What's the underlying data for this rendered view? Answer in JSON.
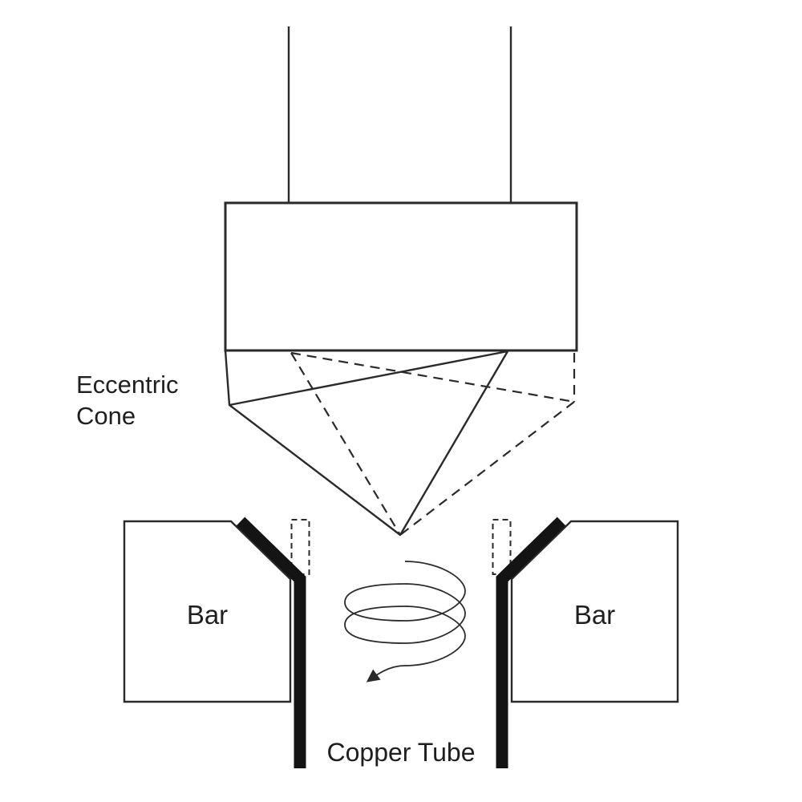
{
  "labels": {
    "eccentric_cone": {
      "line1": "Eccentric",
      "line2": "Cone"
    },
    "bar_left": "Bar",
    "bar_right": "Bar",
    "copper_tube": "Copper Tube"
  },
  "colors": {
    "background": "#ffffff",
    "line": "#2a2a2a",
    "tube_wall": "#141414",
    "text": "#1f1f1f"
  },
  "icons": {
    "rotation_arrow": "spiral-arrow-counterclockwise"
  }
}
